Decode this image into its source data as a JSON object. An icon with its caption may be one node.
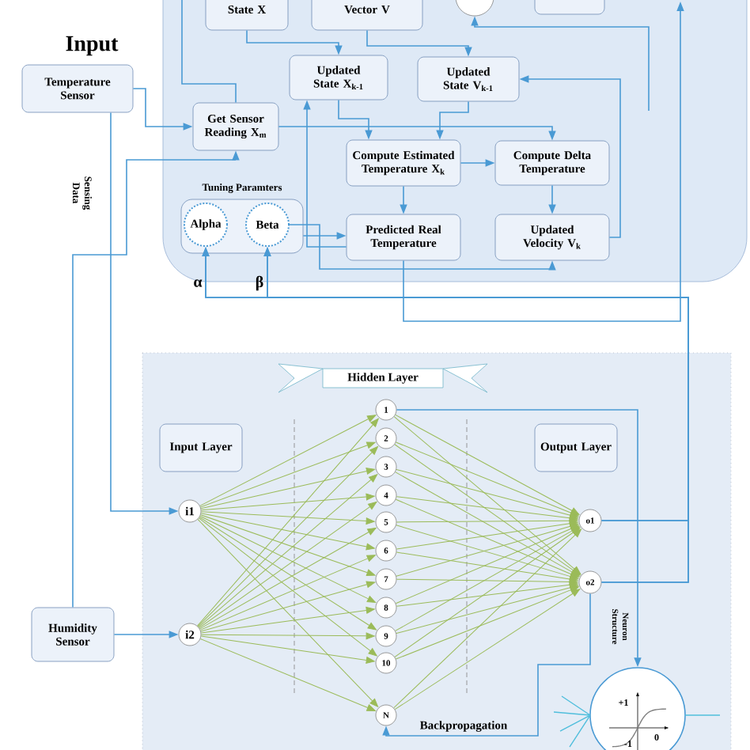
{
  "diagram": {
    "nodes": [
      {
        "text": [
          "State X"
        ]
      },
      {
        "text": [
          "Vector V"
        ]
      },
      {
        "text": [],
        "shape": "circle"
      },
      {
        "text": [],
        "shape": "box"
      },
      {
        "text": [
          "Temperature Sensor"
        ]
      },
      {
        "text": [
          "Get Sensor Reading X$_{m}$"
        ]
      },
      {
        "text": [
          "Updated State X$_{k-1}$"
        ]
      },
      {
        "text": [
          "Updated State V$_{k-1}$"
        ]
      },
      {
        "text": [
          "Compute Estimated Temperature X$_{k}$"
        ]
      },
      {
        "text": [
          "Compute Delta Temperature"
        ]
      },
      {
        "text": [
          "Tuning Paramters"
        ]
      },
      {
        "text": [
          "Alpha"
        ],
        "in": 10
      },
      {
        "text": [
          "Beta"
        ],
        "in": 10
      },
      {
        "text": [
          "Predicted Real Temperature"
        ]
      },
      {
        "text": [
          "Updated Velocity V$_{k}$"
        ]
      },
      {
        "text": [
          "Hidden Layer"
        ]
      },
      {
        "text": [
          "Input Layer"
        ]
      },
      {
        "text": [
          "Output Layer"
        ]
      },
      {
        "text": [
          "i1"
        ]
      },
      {
        "text": [
          "i2"
        ]
      },
      {
        "text": [
          "1"
        ]
      },
      {
        "text": [
          "2"
        ]
      },
      {
        "text": [
          "3"
        ]
      },
      {
        "text": [
          "4"
        ]
      },
      {
        "text": [
          "5"
        ]
      },
      {
        "text": [
          "6"
        ]
      },
      {
        "text": [
          "7"
        ]
      },
      {
        "text": [
          "8"
        ]
      },
      {
        "text": [
          "9"
        ]
      },
      {
        "text": [
          "10"
        ]
      },
      {
        "text": [
          "N"
        ]
      },
      {
        "text": [
          "o1"
        ]
      },
      {
        "text": [
          "o2"
        ]
      },
      {
        "text": [
          "Humidity Sensor"
        ]
      },
      {
        "text": [
          "+1",
          "0",
          "-1"
        ]
      }
    ],
    "edges": [
      {
        "from": 4,
        "to": 5,
        "arrow": "to",
        "color": "#4a9ad4"
      },
      {
        "from": 4,
        "to": 18,
        "arrow": "to",
        "color": "#4a9ad4"
      },
      {
        "from": 33,
        "to": 19,
        "arrow": "to",
        "color": "#4a9ad4"
      },
      {
        "from": 33,
        "to": 5,
        "arrow": "to",
        "color": "#4a9ad4"
      },
      {
        "from": 0,
        "to": 6,
        "arrow": "to",
        "color": "#4a9ad4"
      },
      {
        "from": 1,
        "to": 7,
        "arrow": "to",
        "color": "#4a9ad4"
      },
      {
        "from": 6,
        "to": 8,
        "arrow": "to",
        "color": "#4a9ad4"
      },
      {
        "from": 7,
        "to": 8,
        "arrow": "to",
        "color": "#4a9ad4"
      },
      {
        "from": 5,
        "to": 9,
        "arrow": "to",
        "color": "#4a9ad4"
      },
      {
        "from": 8,
        "to": 9,
        "arrow": "to",
        "color": "#4a9ad4"
      },
      {
        "from": 8,
        "to": 13,
        "arrow": "to",
        "color": "#4a9ad4"
      },
      {
        "from": 9,
        "to": 14,
        "arrow": "to",
        "color": "#4a9ad4"
      },
      {
        "from": 14,
        "to": 7,
        "arrow": "to",
        "color": "#4a9ad4"
      },
      {
        "from": 10,
        "to": 13,
        "arrow": "to",
        "color": "#4a9ad4"
      },
      {
        "from": 13,
        "to": 6,
        "arrow": "to",
        "color": "#4a9ad4"
      },
      {
        "from": 12,
        "to": 14,
        "arrow": "to",
        "color": "#4a9ad4"
      },
      {
        "from": 13,
        "to": null,
        "arrow": "to",
        "color": "#4a9ad4"
      },
      {
        "from": null,
        "to": 2,
        "arrow": "to",
        "color": "#4a9ad4"
      },
      {
        "from": null,
        "to": 5,
        "arrow": "none",
        "color": "#4a9ad4"
      },
      {
        "from": 31,
        "to": 11,
        "arrow": "to",
        "color": "#4a9ad4"
      },
      {
        "from": 31,
        "to": 12,
        "arrow": "to",
        "color": "#4a9ad4"
      },
      {
        "from": 32,
        "to": 11,
        "arrow": "to",
        "color": "#4a9ad4"
      },
      {
        "from": 32,
        "to": 12,
        "arrow": "to",
        "color": "#4a9ad4"
      },
      {
        "from": 20,
        "to": 34,
        "arrow": "to",
        "color": "#4a9ad4"
      },
      {
        "from": 32,
        "to": 30,
        "arrow": "to",
        "color": "#4a9ad4",
        "label": "Backpropagation"
      },
      {
        "from": 18,
        "to": 20,
        "arrow": "to"
      },
      {
        "from": 18,
        "to": 21,
        "arrow": "to"
      },
      {
        "from": 18,
        "to": 22,
        "arrow": "to"
      },
      {
        "from": 18,
        "to": 23,
        "arrow": "to"
      },
      {
        "from": 18,
        "to": 24,
        "arrow": "to"
      },
      {
        "from": 18,
        "to": 25,
        "arrow": "to"
      },
      {
        "from": 18,
        "to": 26,
        "arrow": "to"
      },
      {
        "from": 18,
        "to": 27,
        "arrow": "to"
      },
      {
        "from": 18,
        "to": 28,
        "arrow": "to"
      },
      {
        "from": 18,
        "to": 29,
        "arrow": "to"
      },
      {
        "from": 18,
        "to": 30,
        "arrow": "to"
      },
      {
        "from": 19,
        "to": 20,
        "arrow": "to"
      },
      {
        "from": 19,
        "to": 21,
        "arrow": "to"
      },
      {
        "from": 19,
        "to": 22,
        "arrow": "to"
      },
      {
        "from": 19,
        "to": 23,
        "arrow": "to"
      },
      {
        "from": 19,
        "to": 24,
        "arrow": "to"
      },
      {
        "from": 19,
        "to": 25,
        "arrow": "to"
      },
      {
        "from": 19,
        "to": 26,
        "arrow": "to"
      },
      {
        "from": 19,
        "to": 27,
        "arrow": "to"
      },
      {
        "from": 19,
        "to": 28,
        "arrow": "to"
      },
      {
        "from": 19,
        "to": 29,
        "arrow": "to"
      },
      {
        "from": 19,
        "to": 30,
        "arrow": "to"
      },
      {
        "from": 20,
        "to": 31,
        "arrow": "to"
      },
      {
        "from": 21,
        "to": 31,
        "arrow": "to"
      },
      {
        "from": 22,
        "to": 31,
        "arrow": "to"
      },
      {
        "from": 23,
        "to": 31,
        "arrow": "to"
      },
      {
        "from": 24,
        "to": 31,
        "arrow": "to"
      },
      {
        "from": 25,
        "to": 31,
        "arrow": "to"
      },
      {
        "from": 26,
        "to": 31,
        "arrow": "to"
      },
      {
        "from": 27,
        "to": 31,
        "arrow": "to"
      },
      {
        "from": 28,
        "to": 31,
        "arrow": "to"
      },
      {
        "from": 29,
        "to": 31,
        "arrow": "to"
      },
      {
        "from": 30,
        "to": 31,
        "arrow": "to"
      },
      {
        "from": 20,
        "to": 32,
        "arrow": "to"
      },
      {
        "from": 21,
        "to": 32,
        "arrow": "to"
      },
      {
        "from": 22,
        "to": 32,
        "arrow": "to"
      },
      {
        "from": 23,
        "to": 32,
        "arrow": "to"
      },
      {
        "from": 24,
        "to": 32,
        "arrow": "to"
      },
      {
        "from": 25,
        "to": 32,
        "arrow": "to"
      },
      {
        "from": 26,
        "to": 32,
        "arrow": "to"
      },
      {
        "from": 27,
        "to": 32,
        "arrow": "to"
      },
      {
        "from": 28,
        "to": 32,
        "arrow": "to"
      },
      {
        "from": 29,
        "to": 32,
        "arrow": "to"
      },
      {
        "from": 30,
        "to": 32,
        "arrow": "to"
      }
    ],
    "labels": [
      "Input",
      "Sensing Data",
      "α",
      "β",
      "Neuron Structure"
    ]
  }
}
